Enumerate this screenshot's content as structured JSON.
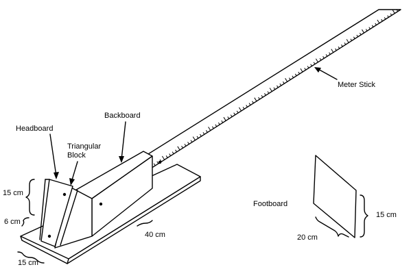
{
  "labels": {
    "meter_stick": "Meter Stick",
    "backboard": "Backboard",
    "headboard": "Headboard",
    "triangular_block_line1": "Triangular",
    "triangular_block_line2": "Block",
    "footboard": "Footboard"
  },
  "dimensions": {
    "head_height": "15 cm",
    "head_offset": "6 cm",
    "base_width": "15 cm",
    "base_length": "40 cm",
    "foot_width": "20 cm",
    "foot_height": "15 cm"
  }
}
